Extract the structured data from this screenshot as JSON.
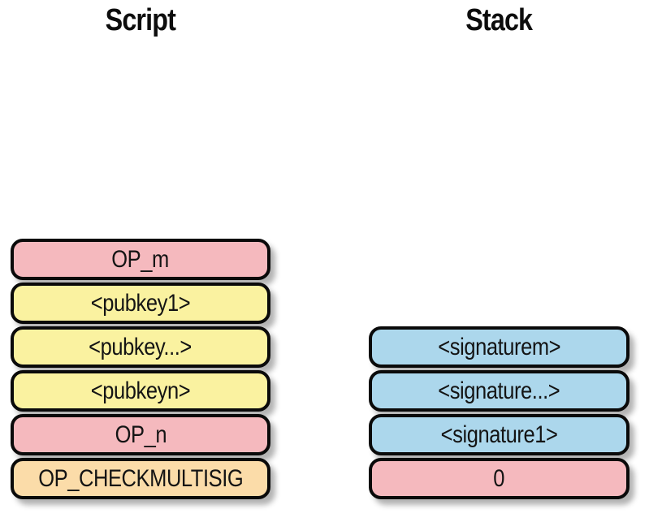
{
  "colors": {
    "pink": "#F5B9BE",
    "yellow": "#FAF2A0",
    "peach": "#FBDCA9",
    "blue": "#ACD7EC",
    "border": "#0A0A0A",
    "background": "#FFFFFF"
  },
  "script_column": {
    "title": "Script",
    "items": [
      {
        "id": "op-m",
        "label": "OP_m",
        "color": "pink"
      },
      {
        "id": "pubkey1",
        "label": "<pubkey1>",
        "color": "yellow"
      },
      {
        "id": "pubkey-ellipsis",
        "label": "<pubkey...>",
        "color": "yellow"
      },
      {
        "id": "pubkeyn",
        "label": "<pubkeyn>",
        "color": "yellow"
      },
      {
        "id": "op-n",
        "label": "OP_n",
        "color": "pink"
      },
      {
        "id": "op-checkmultisig",
        "label": "OP_CHECKMULTISIG",
        "color": "peach"
      }
    ]
  },
  "stack_column": {
    "title": "Stack",
    "items": [
      {
        "id": "signaturem",
        "label": "<signaturem>",
        "color": "blue"
      },
      {
        "id": "signature-ellipsis",
        "label": "<signature...>",
        "color": "blue"
      },
      {
        "id": "signature1",
        "label": "<signature1>",
        "color": "blue"
      },
      {
        "id": "zero",
        "label": "0",
        "color": "pink"
      }
    ]
  }
}
